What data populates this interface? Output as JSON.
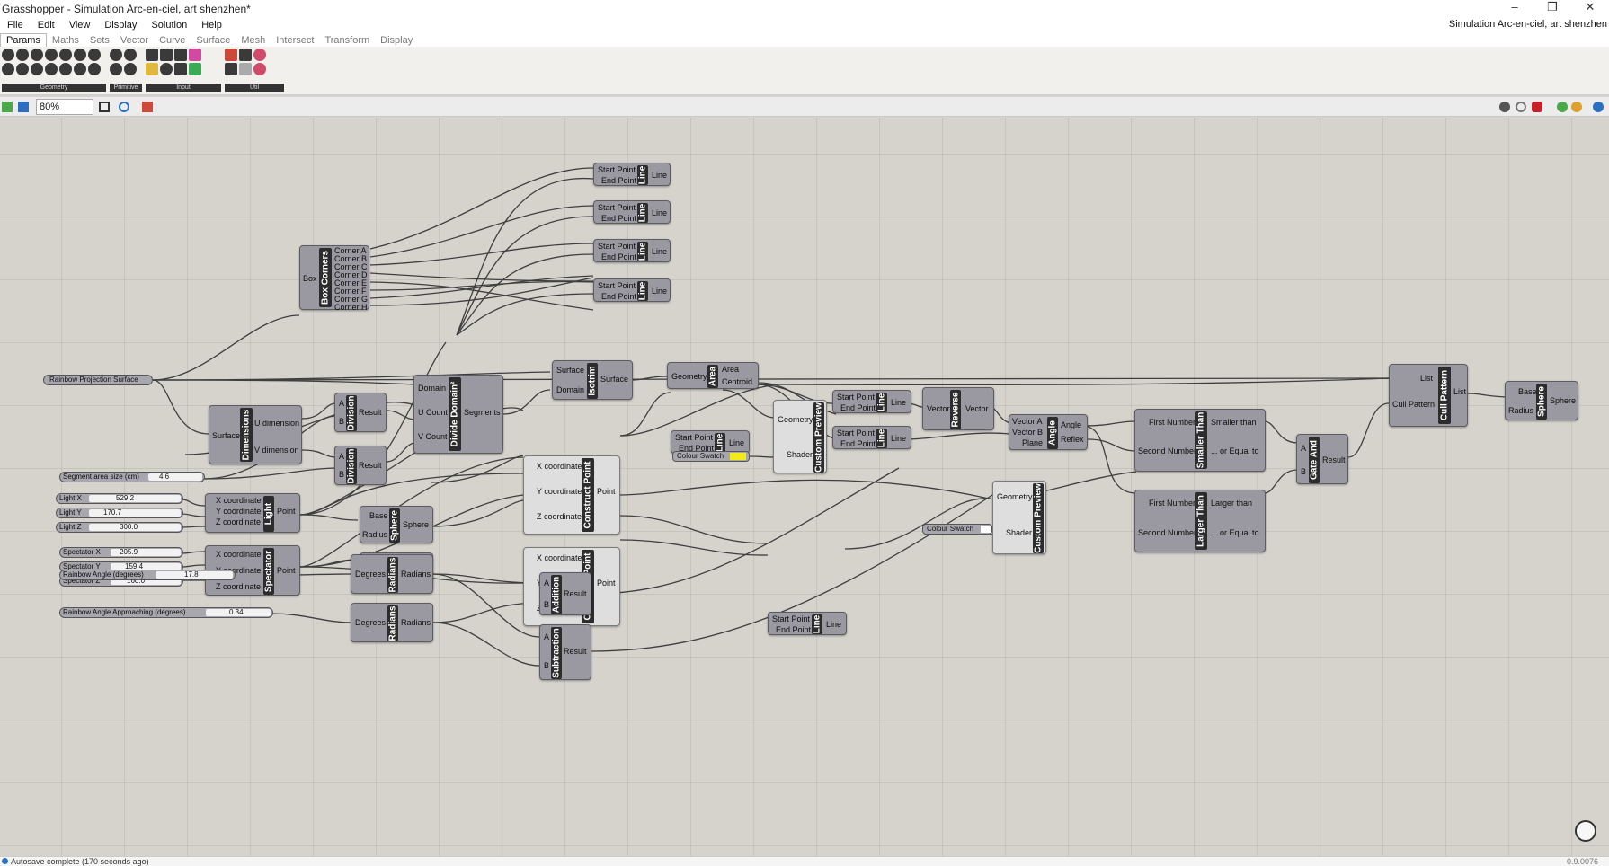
{
  "window": {
    "title": "Grasshopper - Simulation Arc-en-ciel, art shenzhen*",
    "doc_title": "Simulation Arc-en-ciel, art shenzhen",
    "controls": [
      "–",
      "❐",
      "✕"
    ]
  },
  "menu": [
    "File",
    "Edit",
    "View",
    "Display",
    "Solution",
    "Help"
  ],
  "tabs": [
    "Params",
    "Maths",
    "Sets",
    "Vector",
    "Curve",
    "Surface",
    "Mesh",
    "Intersect",
    "Transform",
    "Display"
  ],
  "ribbon_groups": [
    "Geometry",
    "Primitive",
    "Input",
    "Util"
  ],
  "toolbar": {
    "zoom": "80%"
  },
  "status": {
    "message": "Autosave complete (170 seconds ago)",
    "version": "0.9.0076"
  },
  "sliders": {
    "rainbow_surface": "Rainbow Projection Surface",
    "segment": {
      "name": "Segment area size (cm)",
      "value": "4.6"
    },
    "light_x": {
      "name": "Light X",
      "value": "529.2"
    },
    "light_y": {
      "name": "Light Y",
      "value": "170.7"
    },
    "light_z": {
      "name": "Light Z",
      "value": "300.0"
    },
    "spec_x": {
      "name": "Spectator X",
      "value": "205.9"
    },
    "spec_y": {
      "name": "Spectator Y",
      "value": "159.4"
    },
    "spec_z": {
      "name": "Spectator Z",
      "value": "160.0"
    },
    "angle": {
      "name": "Rainbow Angle (degrees)",
      "value": "17.8"
    },
    "angle_approach": {
      "name": "Rainbow Angle Approaching (degrees)",
      "value": "0.34"
    },
    "swatch1": "Colour Swatch",
    "swatch2": "Colour Swatch"
  },
  "components": {
    "box_corners": {
      "title": "Box Corners",
      "in": "Box",
      "outs": [
        "Corner A",
        "Corner B",
        "Corner C",
        "Corner D",
        "Corner E",
        "Corner F",
        "Corner G",
        "Corner H"
      ]
    },
    "line": {
      "title": "Line",
      "a": "Start Point",
      "b": "End Point",
      "out": "Line"
    },
    "dimensions": {
      "title": "Dimensions",
      "in": "Surface",
      "u": "U dimension",
      "v": "V dimension"
    },
    "division": {
      "title": "Division",
      "a": "A",
      "b": "B",
      "out": "Result"
    },
    "divide_domain": {
      "title": "Divide Domain²",
      "ins": [
        "Domain",
        "U Count",
        "V Count"
      ],
      "out": "Segments"
    },
    "isotrim": {
      "title": "Isotrim",
      "ins": [
        "Surface",
        "Domain"
      ],
      "out": "Surface"
    },
    "area": {
      "title": "Area",
      "in": "Geometry",
      "outs": [
        "Area",
        "Centroid"
      ]
    },
    "reverse": {
      "title": "Reverse",
      "in": "Vector",
      "out": "Vector"
    },
    "angle": {
      "title": "Angle",
      "ins": [
        "Vector A",
        "Vector B",
        "Plane"
      ],
      "outs": [
        "Angle",
        "Reflex"
      ]
    },
    "smaller": {
      "title": "Smaller Than",
      "ins": [
        "First Number",
        "Second Number"
      ],
      "outs": [
        "Smaller than",
        "... or Equal to"
      ]
    },
    "larger": {
      "title": "Larger Than",
      "ins": [
        "First Number",
        "Second Number"
      ],
      "outs": [
        "Larger than",
        "... or Equal to"
      ]
    },
    "gate_and": {
      "title": "Gate And",
      "ins": [
        "A",
        "B"
      ],
      "out": "Result"
    },
    "cull": {
      "title": "Cull Pattern",
      "ins": [
        "List",
        "Cull Pattern"
      ],
      "out": "List"
    },
    "sphere": {
      "title": "Sphere",
      "ins": [
        "Base",
        "Radius"
      ],
      "out": "Sphere"
    },
    "construct_point": {
      "title": "Construct Point",
      "ins": [
        "X coordinate",
        "Y coordinate",
        "Z coordinate"
      ],
      "out": "Point"
    },
    "light": {
      "title": "Light",
      "ins": [
        "X coordinate",
        "Y coordinate",
        "Z coordinate"
      ],
      "out": "Point"
    },
    "spectator": {
      "title": "Spectator",
      "ins": [
        "X coordinate",
        "Y coordinate",
        "Z coordinate"
      ],
      "out": "Point"
    },
    "preview": {
      "title": "Custom Preview",
      "ins": [
        "Geometry",
        "Shader"
      ]
    },
    "radians": {
      "title": "Radians",
      "in": "Degrees",
      "out": "Radians"
    },
    "addition": {
      "title": "Addition",
      "ins": [
        "A",
        "B"
      ],
      "out": "Result"
    },
    "subtraction": {
      "title": "Subtraction",
      "ins": [
        "A",
        "B"
      ],
      "out": "Result"
    }
  },
  "colors": {
    "canvas": "#d5d3cb",
    "node": "#9a98a0",
    "node_bar": "#2c2c2c",
    "wire": "#3f3f3f",
    "swatch_yellow": "#f2ea19",
    "swatch_white": "#ffffff"
  }
}
